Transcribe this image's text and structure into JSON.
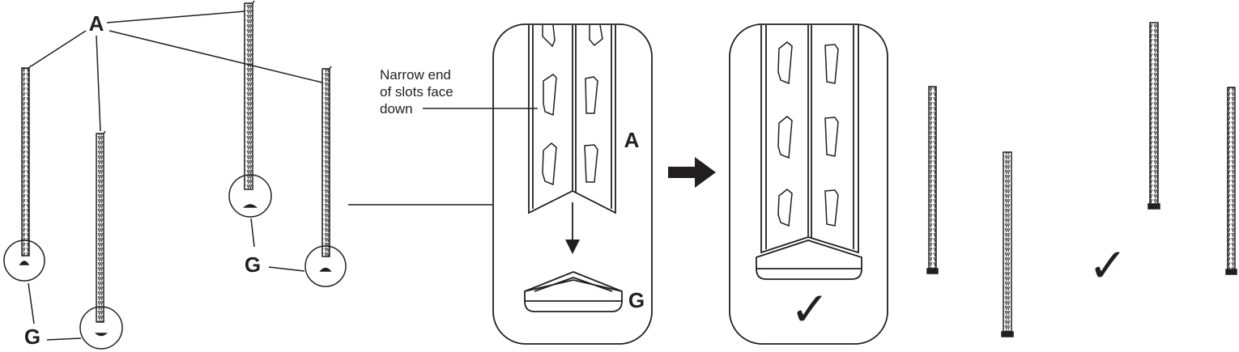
{
  "overview": {
    "upright_label": "A",
    "footplate_label_left": "G",
    "footplate_label_right": "G"
  },
  "detail_before": {
    "callout_lines": [
      "Narrow end",
      "of slots face",
      "down"
    ],
    "upright_label": "A",
    "footplate_label": "G"
  },
  "detail_after": {
    "check_mark": "✓"
  },
  "result": {
    "check_mark": "✓"
  },
  "colors": {
    "stroke": "#231f20",
    "background": "#ffffff"
  },
  "icons": {
    "step_arrow": "right-arrow-icon",
    "drop_arrow": "down-arrow-icon",
    "correct": "check-icon"
  }
}
